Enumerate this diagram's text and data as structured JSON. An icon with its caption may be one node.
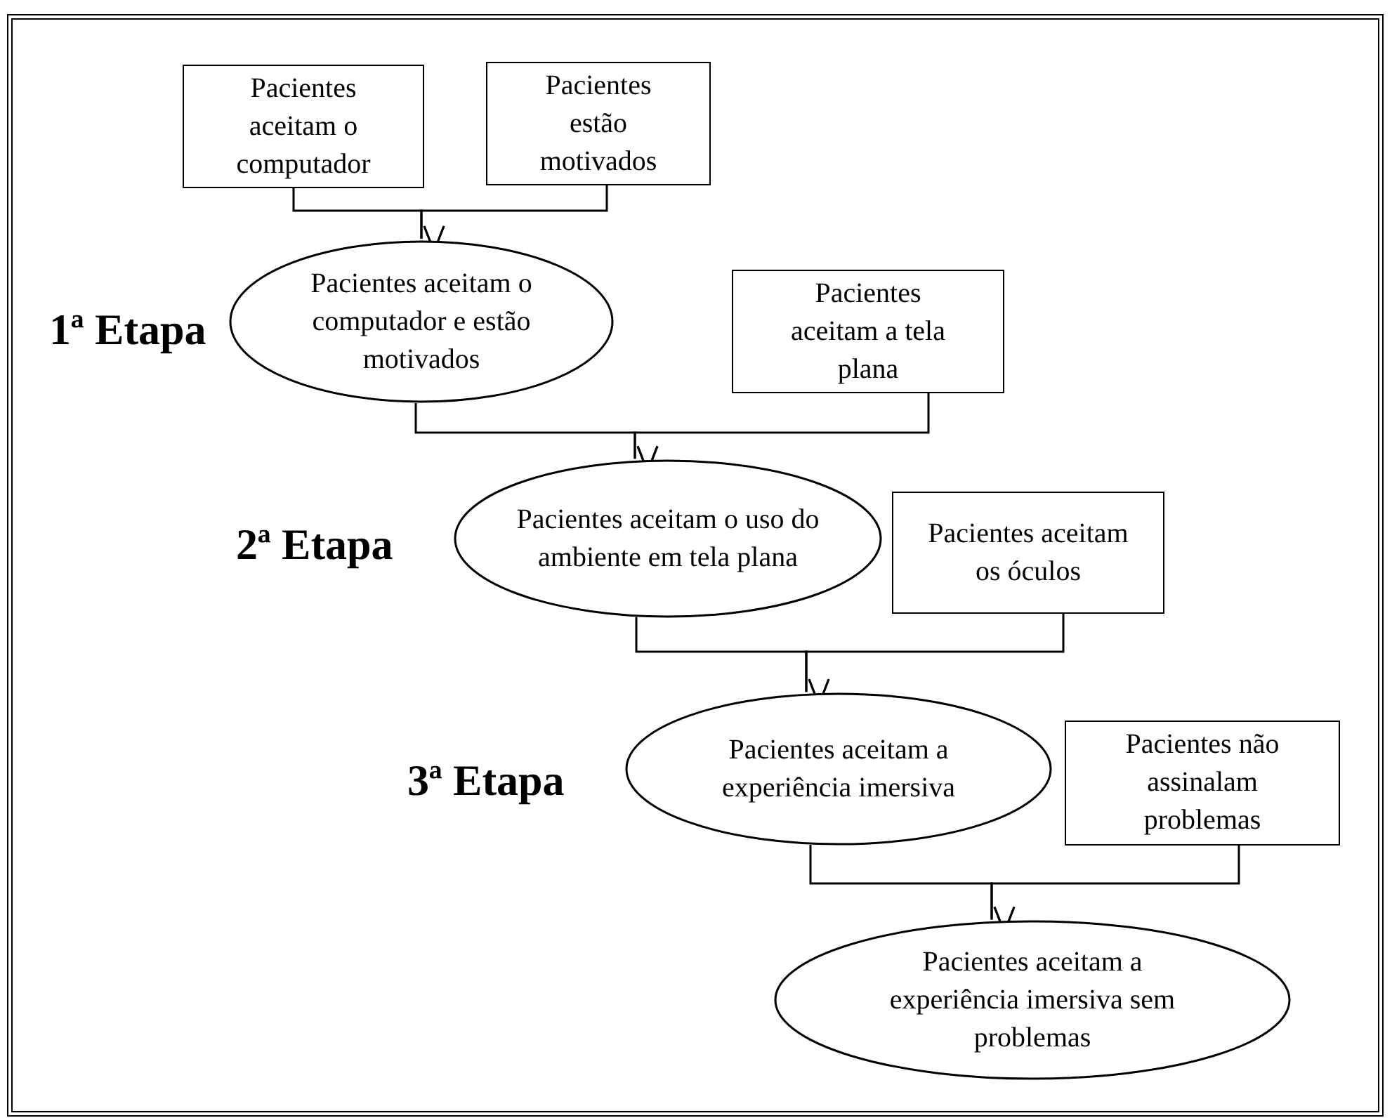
{
  "diagram": {
    "nodes": [
      {
        "text": [
          "Pacientes aceitam o computador"
        ]
      },
      {
        "text": [
          "Pacientes estão motivados"
        ]
      },
      {
        "text": [
          "Pacientes aceitam o computador e estão motivados"
        ],
        "beside": [
          "1ª Etapa"
        ]
      },
      {
        "text": [
          "Pacientes aceitam a tela plana"
        ]
      },
      {
        "text": [
          "Pacientes aceitam o uso do ambiente em tela plana"
        ],
        "beside": [
          "2ª Etapa"
        ]
      },
      {
        "text": [
          "Pacientes aceitam os óculos"
        ]
      },
      {
        "text": [
          "Pacientes aceitam a experiência imersiva"
        ],
        "beside": [
          "3ª Etapa"
        ]
      },
      {
        "text": [
          "Pacientes não assinalam problemas"
        ]
      },
      {
        "text": [
          "Pacientes aceitam a experiência imersiva sem problemas"
        ]
      }
    ],
    "edges": [
      {
        "from": 0,
        "to": 2,
        "arrow": "to"
      },
      {
        "from": 1,
        "to": 2,
        "arrow": "to"
      },
      {
        "from": 2,
        "to": 4,
        "arrow": "to"
      },
      {
        "from": 3,
        "to": 4,
        "arrow": "to"
      },
      {
        "from": 4,
        "to": 6,
        "arrow": "to"
      },
      {
        "from": 5,
        "to": 6,
        "arrow": "to"
      },
      {
        "from": 6,
        "to": 8,
        "arrow": "to"
      },
      {
        "from": 7,
        "to": 8,
        "arrow": "to"
      }
    ]
  }
}
